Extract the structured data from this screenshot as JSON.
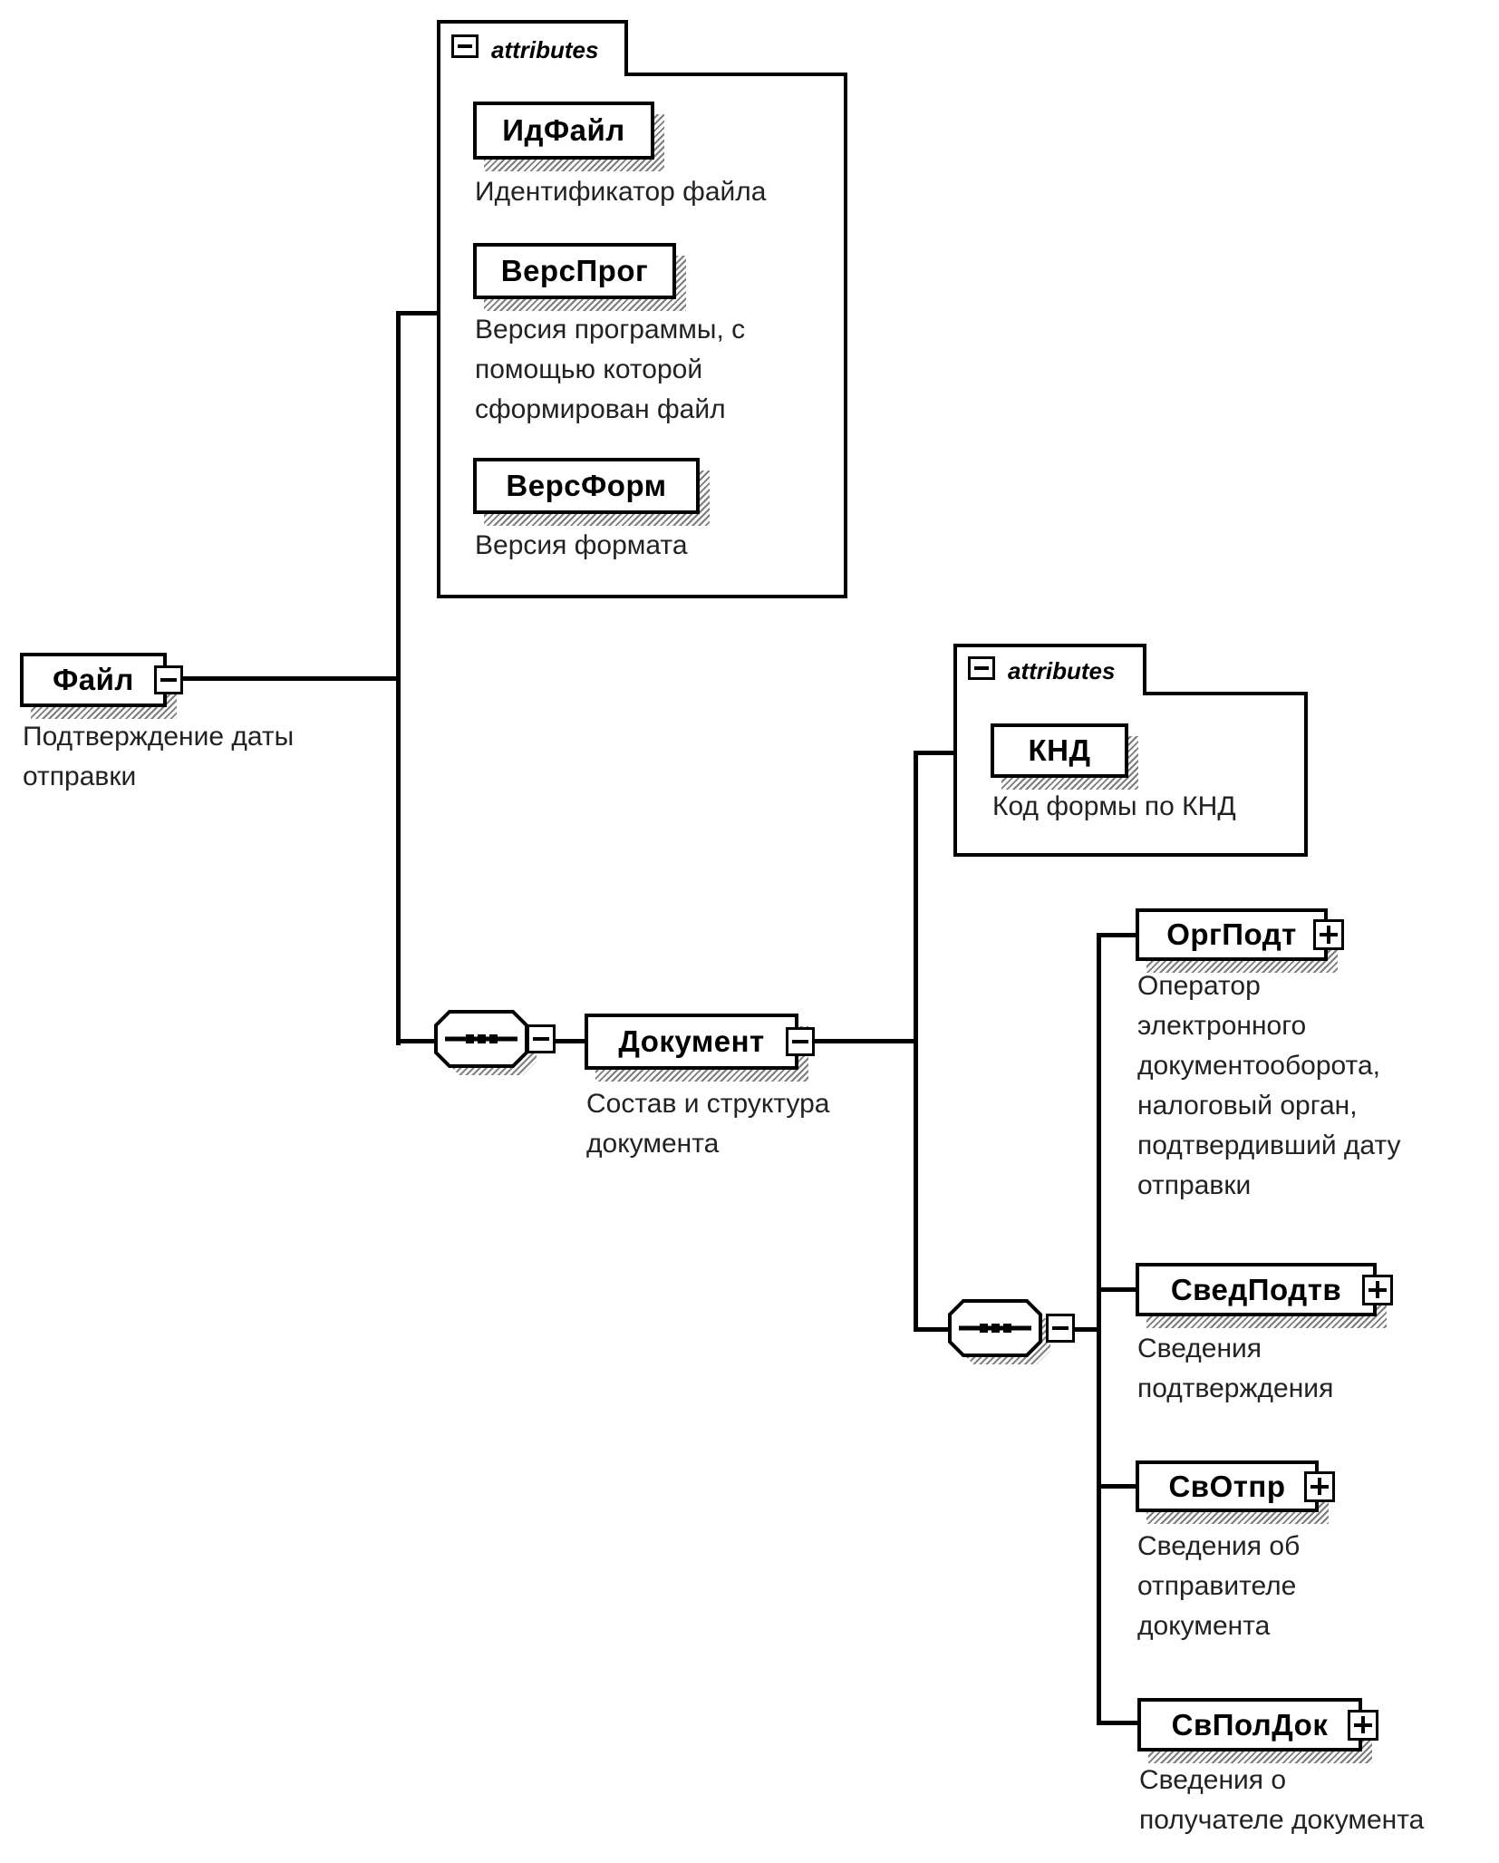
{
  "diagram": {
    "attributes_label": "attributes",
    "root": {
      "name": "Файл",
      "description": "Подтверждение даты\nотправки"
    },
    "root_attributes": [
      {
        "name": "ИдФайл",
        "description": "Идентификатор файла"
      },
      {
        "name": "ВерсПрог",
        "description": "Версия программы, с\nпомощью которой\nсформирован файл"
      },
      {
        "name": "ВерсФорм",
        "description": "Версия формата"
      }
    ],
    "document": {
      "name": "Документ",
      "description": "Состав и структура\nдокумента"
    },
    "document_attributes": [
      {
        "name": "КНД",
        "description": "Код формы по КНД"
      }
    ],
    "document_children": [
      {
        "name": "ОргПодт",
        "description": "Оператор\nэлектронного\nдокументооборота,\nналоговый орган,\nподтвердивший дату\nотправки"
      },
      {
        "name": "СведПодтв",
        "description": "Сведения\nподтверждения"
      },
      {
        "name": "СвОтпр",
        "description": "Сведения об\nотправителе\nдокумента"
      },
      {
        "name": "СвПолДок",
        "description": "Сведения о\nполучателе документа"
      }
    ],
    "glyphs": {
      "collapse": "−",
      "expand": "+"
    },
    "colors": {
      "line": "#000000",
      "shadow_hatch": "#7d7d7d",
      "background": "#ffffff"
    }
  }
}
